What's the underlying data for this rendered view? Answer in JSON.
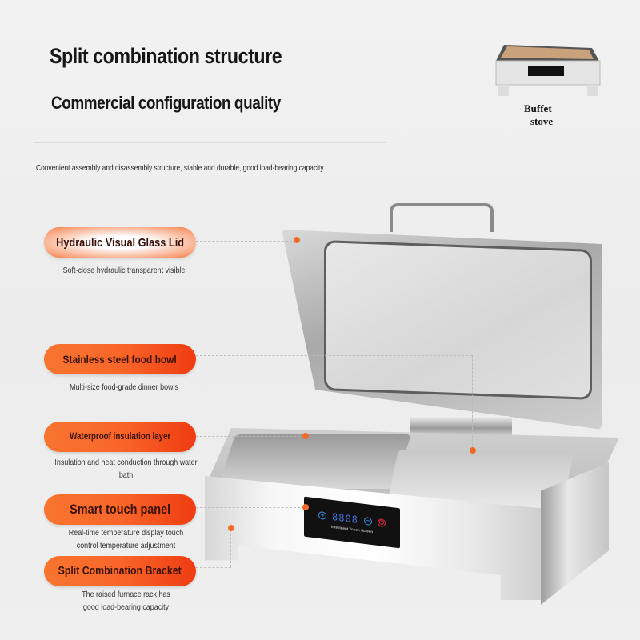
{
  "header": {
    "title": "Split combination structure",
    "subtitle": "Commercial configuration quality",
    "description": "Convenient assembly and disassembly structure, stable and durable, good load-bearing capacity"
  },
  "thumbnail": {
    "caption_line1": "Buffet",
    "caption_line2": "stove"
  },
  "features": [
    {
      "label": "Hydraulic Visual Glass Lid",
      "description": "Soft-close hydraulic transparent visible"
    },
    {
      "label": "Stainless steel food bowl",
      "description": "Multi-size food-grade dinner bowls"
    },
    {
      "label": "Waterproof insulation layer",
      "description_line1": "Insulation and heat conduction through water",
      "description_line2": "bath"
    },
    {
      "label": "Smart touch panel",
      "description_line1": "Real-time temperature display touch",
      "description_line2": "control temperature adjustment"
    },
    {
      "label": "Split Combination Bracket",
      "description_line1": "The raised furnace rack has",
      "description_line2": "good load-bearing capacity"
    }
  ],
  "touch_panel": {
    "display": "8808",
    "plus": "+",
    "minus": "−",
    "power": "⏻",
    "label": "Intelligent Touch Screen"
  },
  "colors": {
    "accent": "#f9662a",
    "accent_dark": "#ef3c11",
    "dot": "#f26a2a"
  }
}
